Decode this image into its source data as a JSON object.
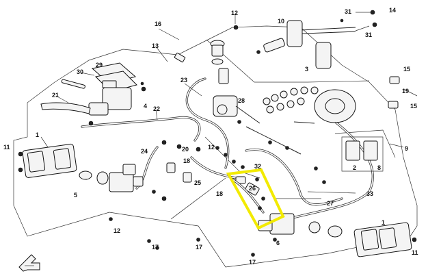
{
  "labels": {
    "l1a": "1",
    "l1b": "1",
    "l2": "2",
    "l3": "3",
    "l4": "4",
    "l5": "5",
    "l6": "6",
    "l8": "8",
    "l9": "9",
    "l10": "10",
    "l11a": "11",
    "l11b": "11",
    "l12a": "12",
    "l12b": "12",
    "l12c": "12",
    "l13": "13",
    "l14": "14",
    "l15a": "15",
    "l15b": "15",
    "l16": "16",
    "l17a": "17",
    "l17b": "17",
    "l17c": "17",
    "l18a": "18",
    "l18b": "18",
    "l19": "19",
    "l20": "20",
    "l21": "21",
    "l22": "22",
    "l23": "23",
    "l24": "24",
    "l25": "25",
    "l26": "26",
    "l27": "27",
    "l28": "28",
    "l29": "29",
    "l30": "30",
    "l31a": "31",
    "l31b": "31",
    "l32": "32",
    "l33": "33"
  },
  "highlight_color": "#f2ea00"
}
